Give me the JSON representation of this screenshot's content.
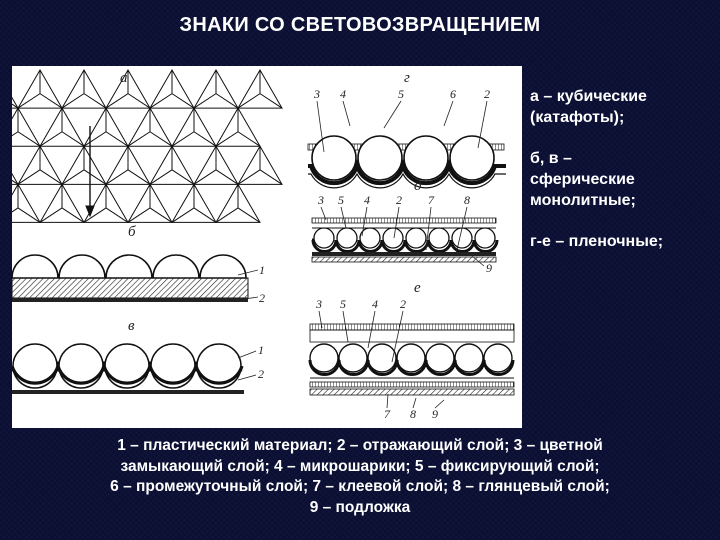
{
  "slide": {
    "title": "ЗНАКИ СО СВЕТОВОЗВРАЩЕНИЕМ",
    "side_items": [
      "а – кубические\n(катафоты);",
      "б, в –\nсферические\nмонолитные;",
      "г-е – пленочные;"
    ],
    "legend_lines": [
      "1 – пластический материал; 2 – отражающий слой; 3 – цветной",
      "замыкающий слой; 4 – микрошарики; 5 – фиксирующий слой;",
      "6 – промежуточный слой; 7 – клеевой слой; 8 – глянцевый слой;",
      "9 – подложка"
    ]
  },
  "figure": {
    "panel_letters": {
      "a": "а",
      "b": "б",
      "v": "в",
      "g": "г",
      "d": "д",
      "e": "е"
    },
    "labels_b": [
      "1",
      "2"
    ],
    "labels_v": [
      "1",
      "2"
    ],
    "labels_g": [
      "3",
      "4",
      "5",
      "6",
      "2"
    ],
    "labels_d_top": [
      "3",
      "5",
      "4",
      "2",
      "7",
      "8"
    ],
    "labels_d_bottom": [
      "9"
    ],
    "labels_e_top": [
      "3",
      "5",
      "4",
      "2"
    ],
    "labels_e_bottom": [
      "7",
      "8",
      "9"
    ]
  }
}
